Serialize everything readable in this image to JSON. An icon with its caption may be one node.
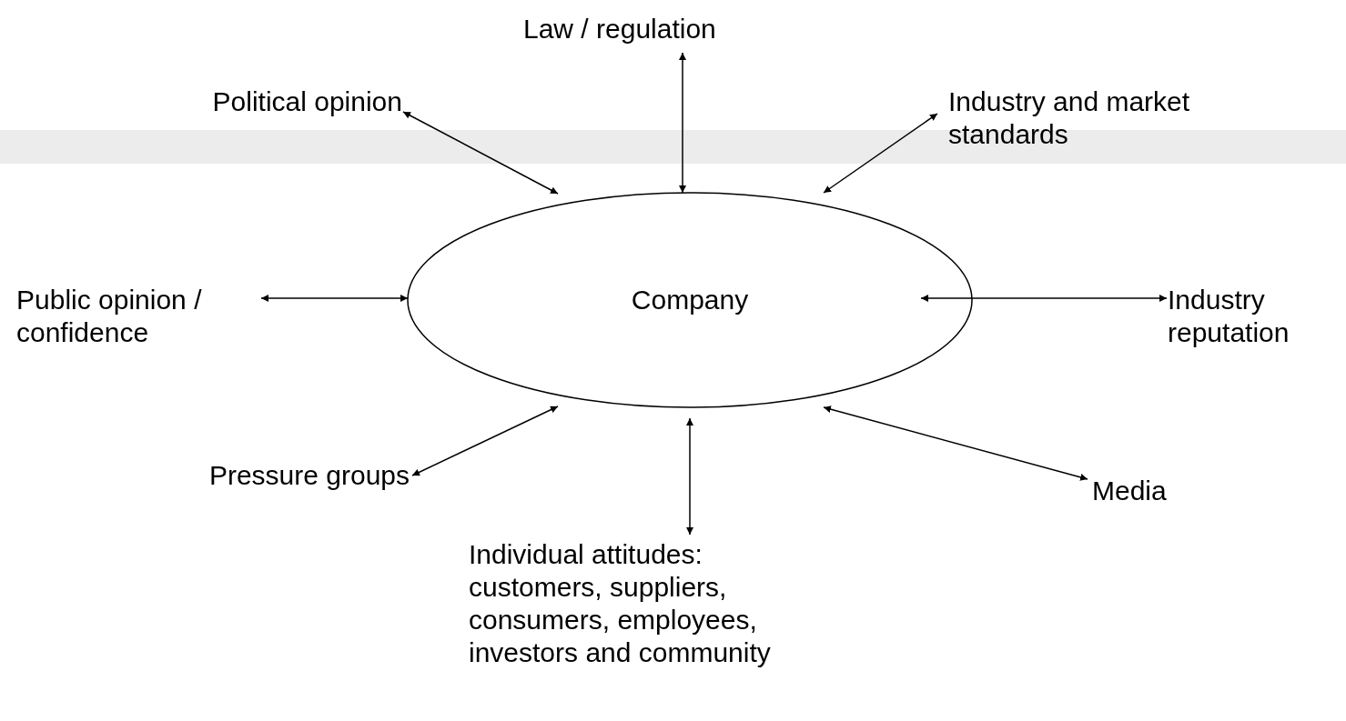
{
  "diagram": {
    "nodes": [
      {
        "text": [
          "Company"
        ]
      },
      {
        "text": [
          "Law / regulation"
        ]
      },
      {
        "text": [
          "Political opinion"
        ]
      },
      {
        "text": [
          "Industry and market standards"
        ]
      },
      {
        "text": [
          "Public opinion / confidence"
        ]
      },
      {
        "text": [
          "Industry reputation"
        ]
      },
      {
        "text": [
          "Pressure groups"
        ]
      },
      {
        "text": [
          "Media"
        ]
      },
      {
        "text": [
          "Individual attitudes: customers, suppliers, consumers, employees, investors and community"
        ]
      }
    ],
    "edges": [
      {
        "from": 0,
        "to": 1,
        "arrow": "both"
      },
      {
        "from": 0,
        "to": 2,
        "arrow": "both"
      },
      {
        "from": 0,
        "to": 3,
        "arrow": "both"
      },
      {
        "from": 0,
        "to": 4,
        "arrow": "both"
      },
      {
        "from": 0,
        "to": 5,
        "arrow": "both"
      },
      {
        "from": 0,
        "to": 6,
        "arrow": "both"
      },
      {
        "from": 0,
        "to": 7,
        "arrow": "both"
      },
      {
        "from": 0,
        "to": 8,
        "arrow": "both"
      }
    ]
  }
}
